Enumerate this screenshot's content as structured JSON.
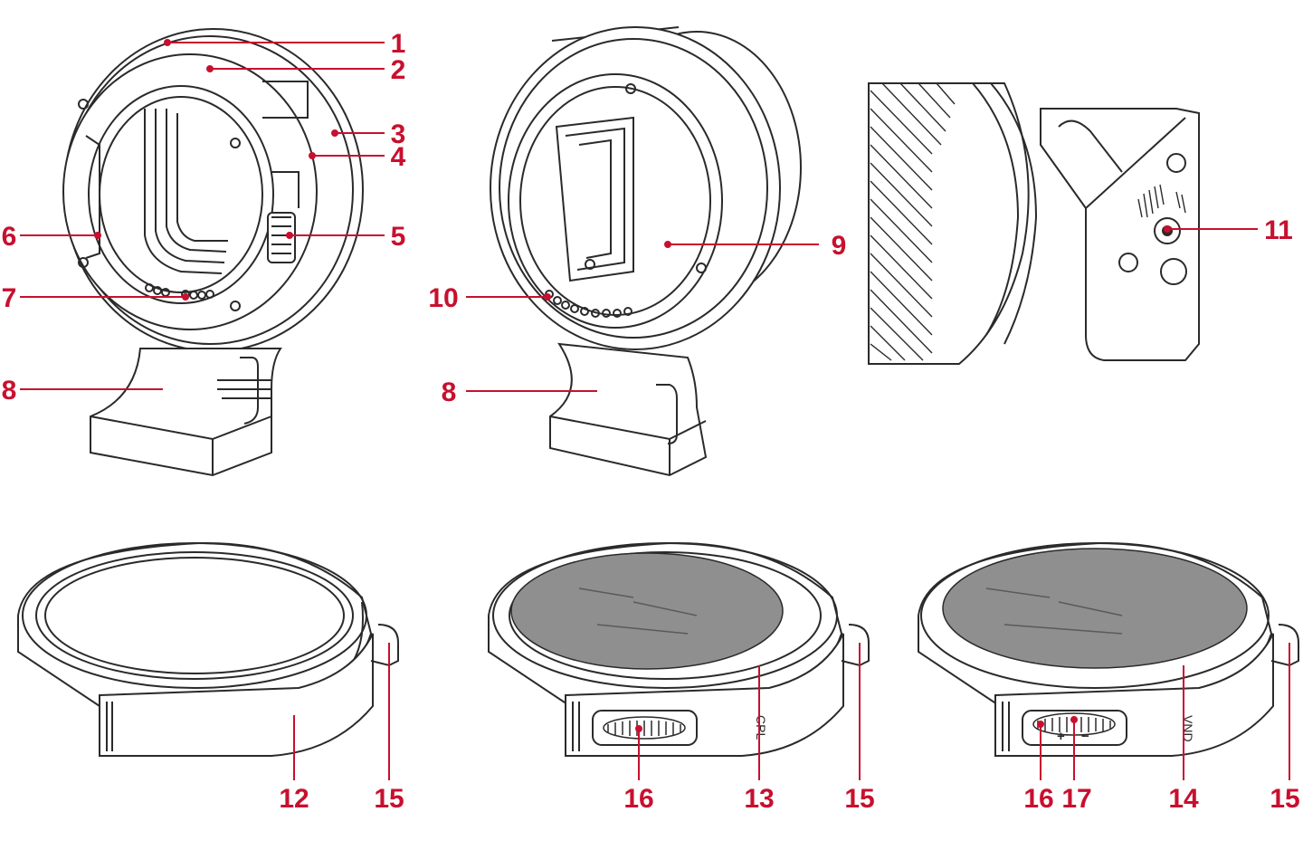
{
  "colors": {
    "callout": "#c8102e",
    "line_art": "#2a2a2a",
    "filter_glass": "#8f8f8f",
    "background": "#ffffff"
  },
  "callouts": [
    {
      "id": "c1",
      "label": "1"
    },
    {
      "id": "c2",
      "label": "2"
    },
    {
      "id": "c3",
      "label": "3"
    },
    {
      "id": "c4",
      "label": "4"
    },
    {
      "id": "c5",
      "label": "5"
    },
    {
      "id": "c6",
      "label": "6"
    },
    {
      "id": "c7",
      "label": "7"
    },
    {
      "id": "c8a",
      "label": "8"
    },
    {
      "id": "c8b",
      "label": "8"
    },
    {
      "id": "c9",
      "label": "9"
    },
    {
      "id": "c10",
      "label": "10"
    },
    {
      "id": "c11",
      "label": "11"
    },
    {
      "id": "c12",
      "label": "12"
    },
    {
      "id": "c15a",
      "label": "15"
    },
    {
      "id": "c16a",
      "label": "16"
    },
    {
      "id": "c13",
      "label": "13"
    },
    {
      "id": "c15b",
      "label": "15"
    },
    {
      "id": "c16b",
      "label": "16"
    },
    {
      "id": "c17",
      "label": "17"
    },
    {
      "id": "c14",
      "label": "14"
    },
    {
      "id": "c15c",
      "label": "15"
    }
  ],
  "engravings": {
    "cpl": "CPL",
    "vnd": "VND",
    "plus": "+",
    "minus": "−"
  }
}
